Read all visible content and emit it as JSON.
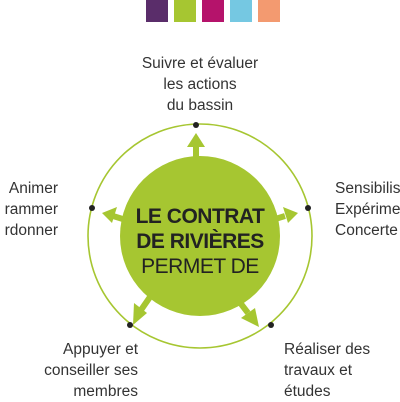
{
  "palette": [
    "#5a2d6a",
    "#a6c631",
    "#b5136b",
    "#75c8e2",
    "#f39a70"
  ],
  "center": {
    "line1": "LE CONTRAT",
    "line2": "DE RIVIÈRES",
    "line3": "PERMET DE"
  },
  "actions": {
    "top": [
      "Suivre et évaluer",
      "les actions",
      "du bassin"
    ],
    "left": [
      "Animer",
      "rammer",
      "rdonner"
    ],
    "right": [
      "Sensibilis",
      "Expérime",
      "Concerte"
    ],
    "bottom_left": [
      "Appuyer et",
      "conseiller ses",
      "membres"
    ],
    "bottom_right": [
      "Réaliser des",
      "travaux et",
      "études"
    ]
  },
  "colors": {
    "circle": "#a6c631",
    "ring": "#a6c631",
    "arrow": "#a6c631",
    "dot": "#222222"
  }
}
